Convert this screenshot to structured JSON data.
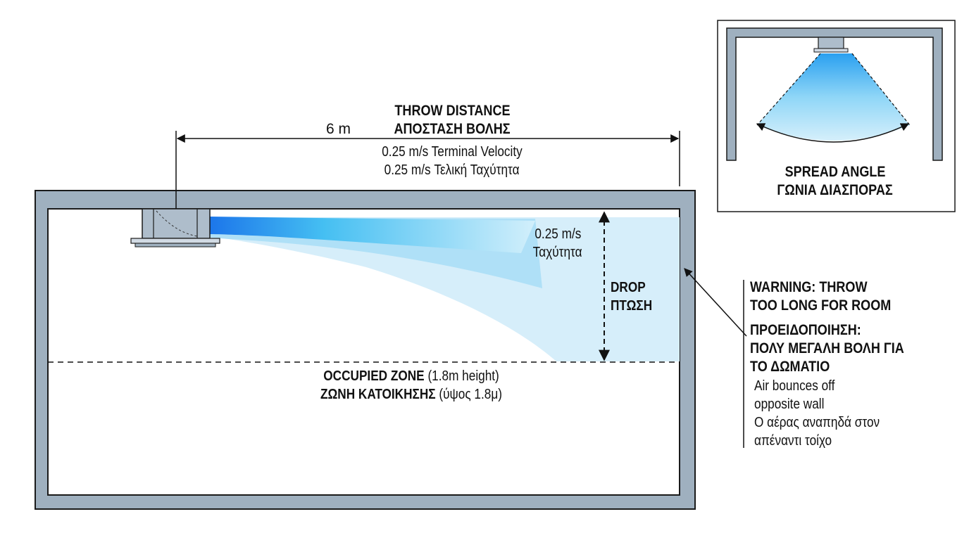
{
  "throw": {
    "distance": "6 m",
    "title_en": "THROW DISTANCE",
    "title_el": "ΑΠΟΣΤΑΣΗ ΒΟΛΗΣ",
    "velocity_en": "0.25 m/s Terminal Velocity",
    "velocity_el": "0.25 m/s Τελική Ταχύτητα"
  },
  "jet": {
    "velocity_value": "0.25 m/s",
    "velocity_el": "Ταχύτητα"
  },
  "drop": {
    "en": "DROP",
    "el": "ΠΤΩΣΗ"
  },
  "occupied_zone": {
    "title_en": "OCCUPIED ZONE",
    "note_en": "(1.8m height)",
    "title_el": "ΖΩΝΗ ΚΑΤΟΙΚΗΣΗΣ",
    "note_el": "(ύψος 1.8μ)"
  },
  "warning": {
    "title_en_1": "WARNING: THROW",
    "title_en_2": "TOO LONG FOR ROOM",
    "title_el_1": "ΠΡΟΕΙΔΟΠΟΙΗΣΗ:",
    "title_el_2": "ΠΟΛΥ ΜΕΓΑΛΗ ΒΟΛΗ ΓΙΑ",
    "title_el_3": "ΤΟ ΔΩΜΑΤΙΟ",
    "body_en_1": "Air bounces off",
    "body_en_2": "opposite wall",
    "body_el_1": "Ο αέρας αναπηδά στον",
    "body_el_2": "απέναντι τοίχο"
  },
  "spread": {
    "title_en": "SPREAD ANGLE",
    "title_el": "ΓΩΝΙΑ ΔΙΑΣΠΟΡΑΣ"
  },
  "colors": {
    "wall": "#9fb0bf",
    "wall_outline": "#1a1a1a",
    "air_dark": "#1c76ea",
    "air_light": "#b8e6fb",
    "diffuser": "#aebdcb"
  }
}
